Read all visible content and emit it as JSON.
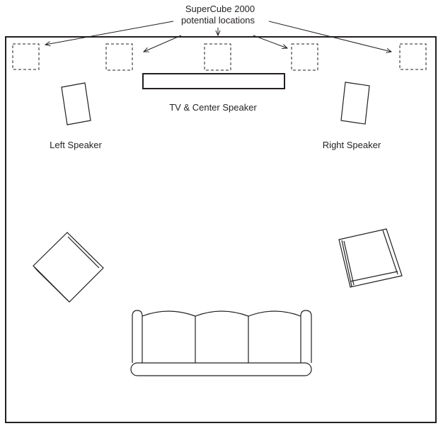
{
  "callout": {
    "line1": "SuperCube 2000",
    "line2": "potential locations"
  },
  "labels": {
    "tv": "TV & Center Speaker",
    "left_speaker": "Left Speaker",
    "right_speaker": "Right Speaker"
  },
  "colors": {
    "stroke": "#231f20",
    "background": "#ffffff"
  }
}
